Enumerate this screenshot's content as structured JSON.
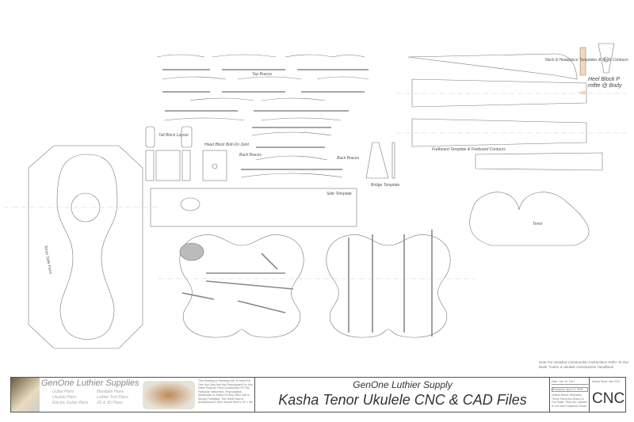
{
  "labels": {
    "top_braces": "Top\nBraces",
    "tail_block": "Tail Block Layout",
    "head_block": "Head Block Bolt-On Joint",
    "back_braces_left": "Back Braces",
    "back_braces_right": "Back Braces",
    "bridge_template": "Bridge Template",
    "side_template": "Side Template",
    "side_form": "Tenor Side Form",
    "neck_templates": "Neck & Headpiece Templates & Neck Contours",
    "heel_block": "Heel Block P mftte @ Body",
    "fretboard": "Fretboard Template & Fretboard Contours",
    "tenor": "Tenor"
  },
  "note": "Note For Detailed Construction Instructions Refer To Our Book \"Guitar & Ukulele Construction Handbook",
  "title_block": {
    "brand": "GenOne Luthier Supplies",
    "products": [
      "Guitar Plans",
      "Ukulele Plans",
      "Electric Guitar Plans",
      "Mandolin Plans",
      "Luthier Tool Plans",
      "2D & 3D Plans"
    ],
    "legal": "This Drawing or Drawings Are To Used For One Use Only And Not Reproduced For Any Other Purpose Than Construction Of This Particular Instrument. Reproduction, Distribution or Sales For Any Other Use is Strictly Prohibited. This Sheet Size is Architectural D Size Overall Size is 24\" x 36\".",
    "company": "GenOne Luthier Supply",
    "title": "Kasha Tenor Ukulele CNC & CAD Files",
    "date": "Date: Jan 15, 2017",
    "revision": "Revisions: April 13, 2020",
    "units_note": "Unless Noted Otherwise, These Plans Are Drawn to Full Scale. They Are Labeled In mm and Fractional Inches",
    "sheet_name": "Kasha Tenor Uke CNC",
    "sheet_code": "CNC"
  },
  "colors": {
    "line": "#777777",
    "accent_wood": "#f3d7bd",
    "border": "#555555"
  }
}
